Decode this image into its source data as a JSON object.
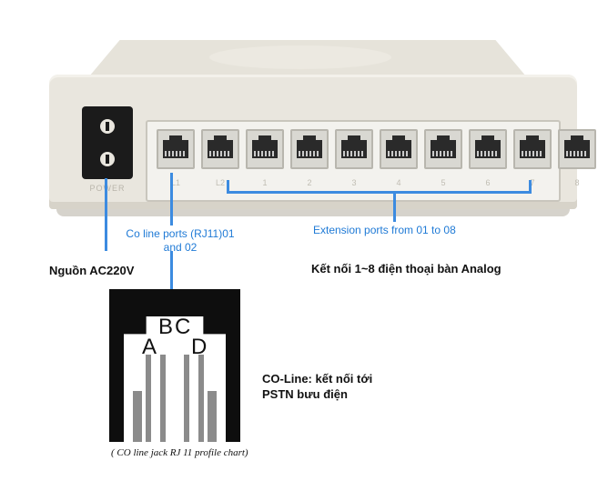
{
  "device": {
    "power_label": "POWER",
    "port_numbers": [
      "L1",
      "L2",
      "1",
      "2",
      "3",
      "4",
      "5",
      "6",
      "7",
      "8"
    ],
    "panel_color": "#e9e6de",
    "socket_color": "#1b1b1b"
  },
  "annotations": {
    "co_line": "Co line ports (RJ11)01 and 02",
    "extension": "Extension ports from 01 to 08",
    "power": "Nguồn AC220V",
    "analog": "Kết nối 1~8 điện thoại bàn Analog",
    "co_pstn": "CO-Line: kết nối tới PSTN bưu điện",
    "line_color": "#3c8be0",
    "label_color": "#1f7ad6"
  },
  "jack": {
    "letters": {
      "a": "A",
      "b": "B",
      "c": "C",
      "d": "D"
    },
    "caption": "( CO line jack RJ 11 profile chart)"
  }
}
